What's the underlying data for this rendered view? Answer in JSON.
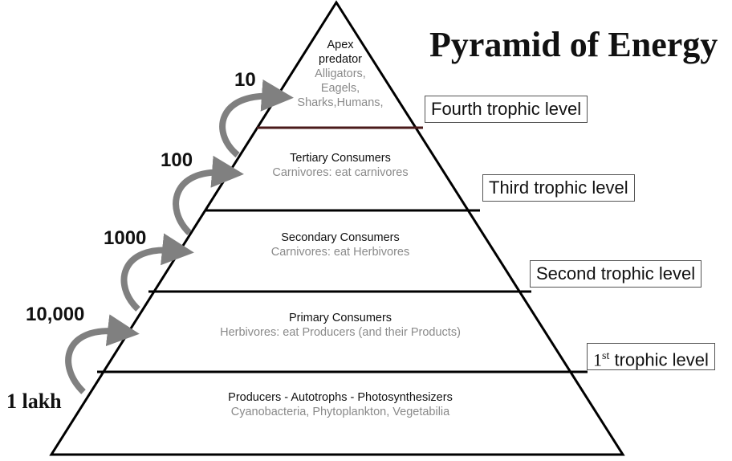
{
  "title": "Pyramid of Energy",
  "tiers": [
    {
      "name": "Producers - Autotrophs - Photosynthesizers",
      "desc": "Cyanobacteria, Phytoplankton, Vegetabilia"
    },
    {
      "name": "Primary Consumers",
      "desc": "Herbivores: eat Producers (and their Products)"
    },
    {
      "name": "Secondary Consumers",
      "desc": "Carnivores: eat Herbivores"
    },
    {
      "name": "Tertiary Consumers",
      "desc": "Carnivores: eat carnivores"
    },
    {
      "name_line1": "Apex",
      "name_line2": "predator",
      "desc_line1": "Alligators,",
      "desc_line2": "Eagels,",
      "desc_line3": "Sharks,Humans,"
    }
  ],
  "levels": {
    "first_base": "1",
    "first_sup": "st",
    "first_rest": " trophic level",
    "second": "Second trophic level",
    "third": "Third  trophic level",
    "fourth": "Fourth  trophic level"
  },
  "energy": [
    "1 lakh",
    "10,000",
    "1000",
    "100",
    "10"
  ],
  "colors": {
    "outline": "#000000",
    "arrow": "#808080",
    "apex_divider": "#4a1a1a"
  }
}
